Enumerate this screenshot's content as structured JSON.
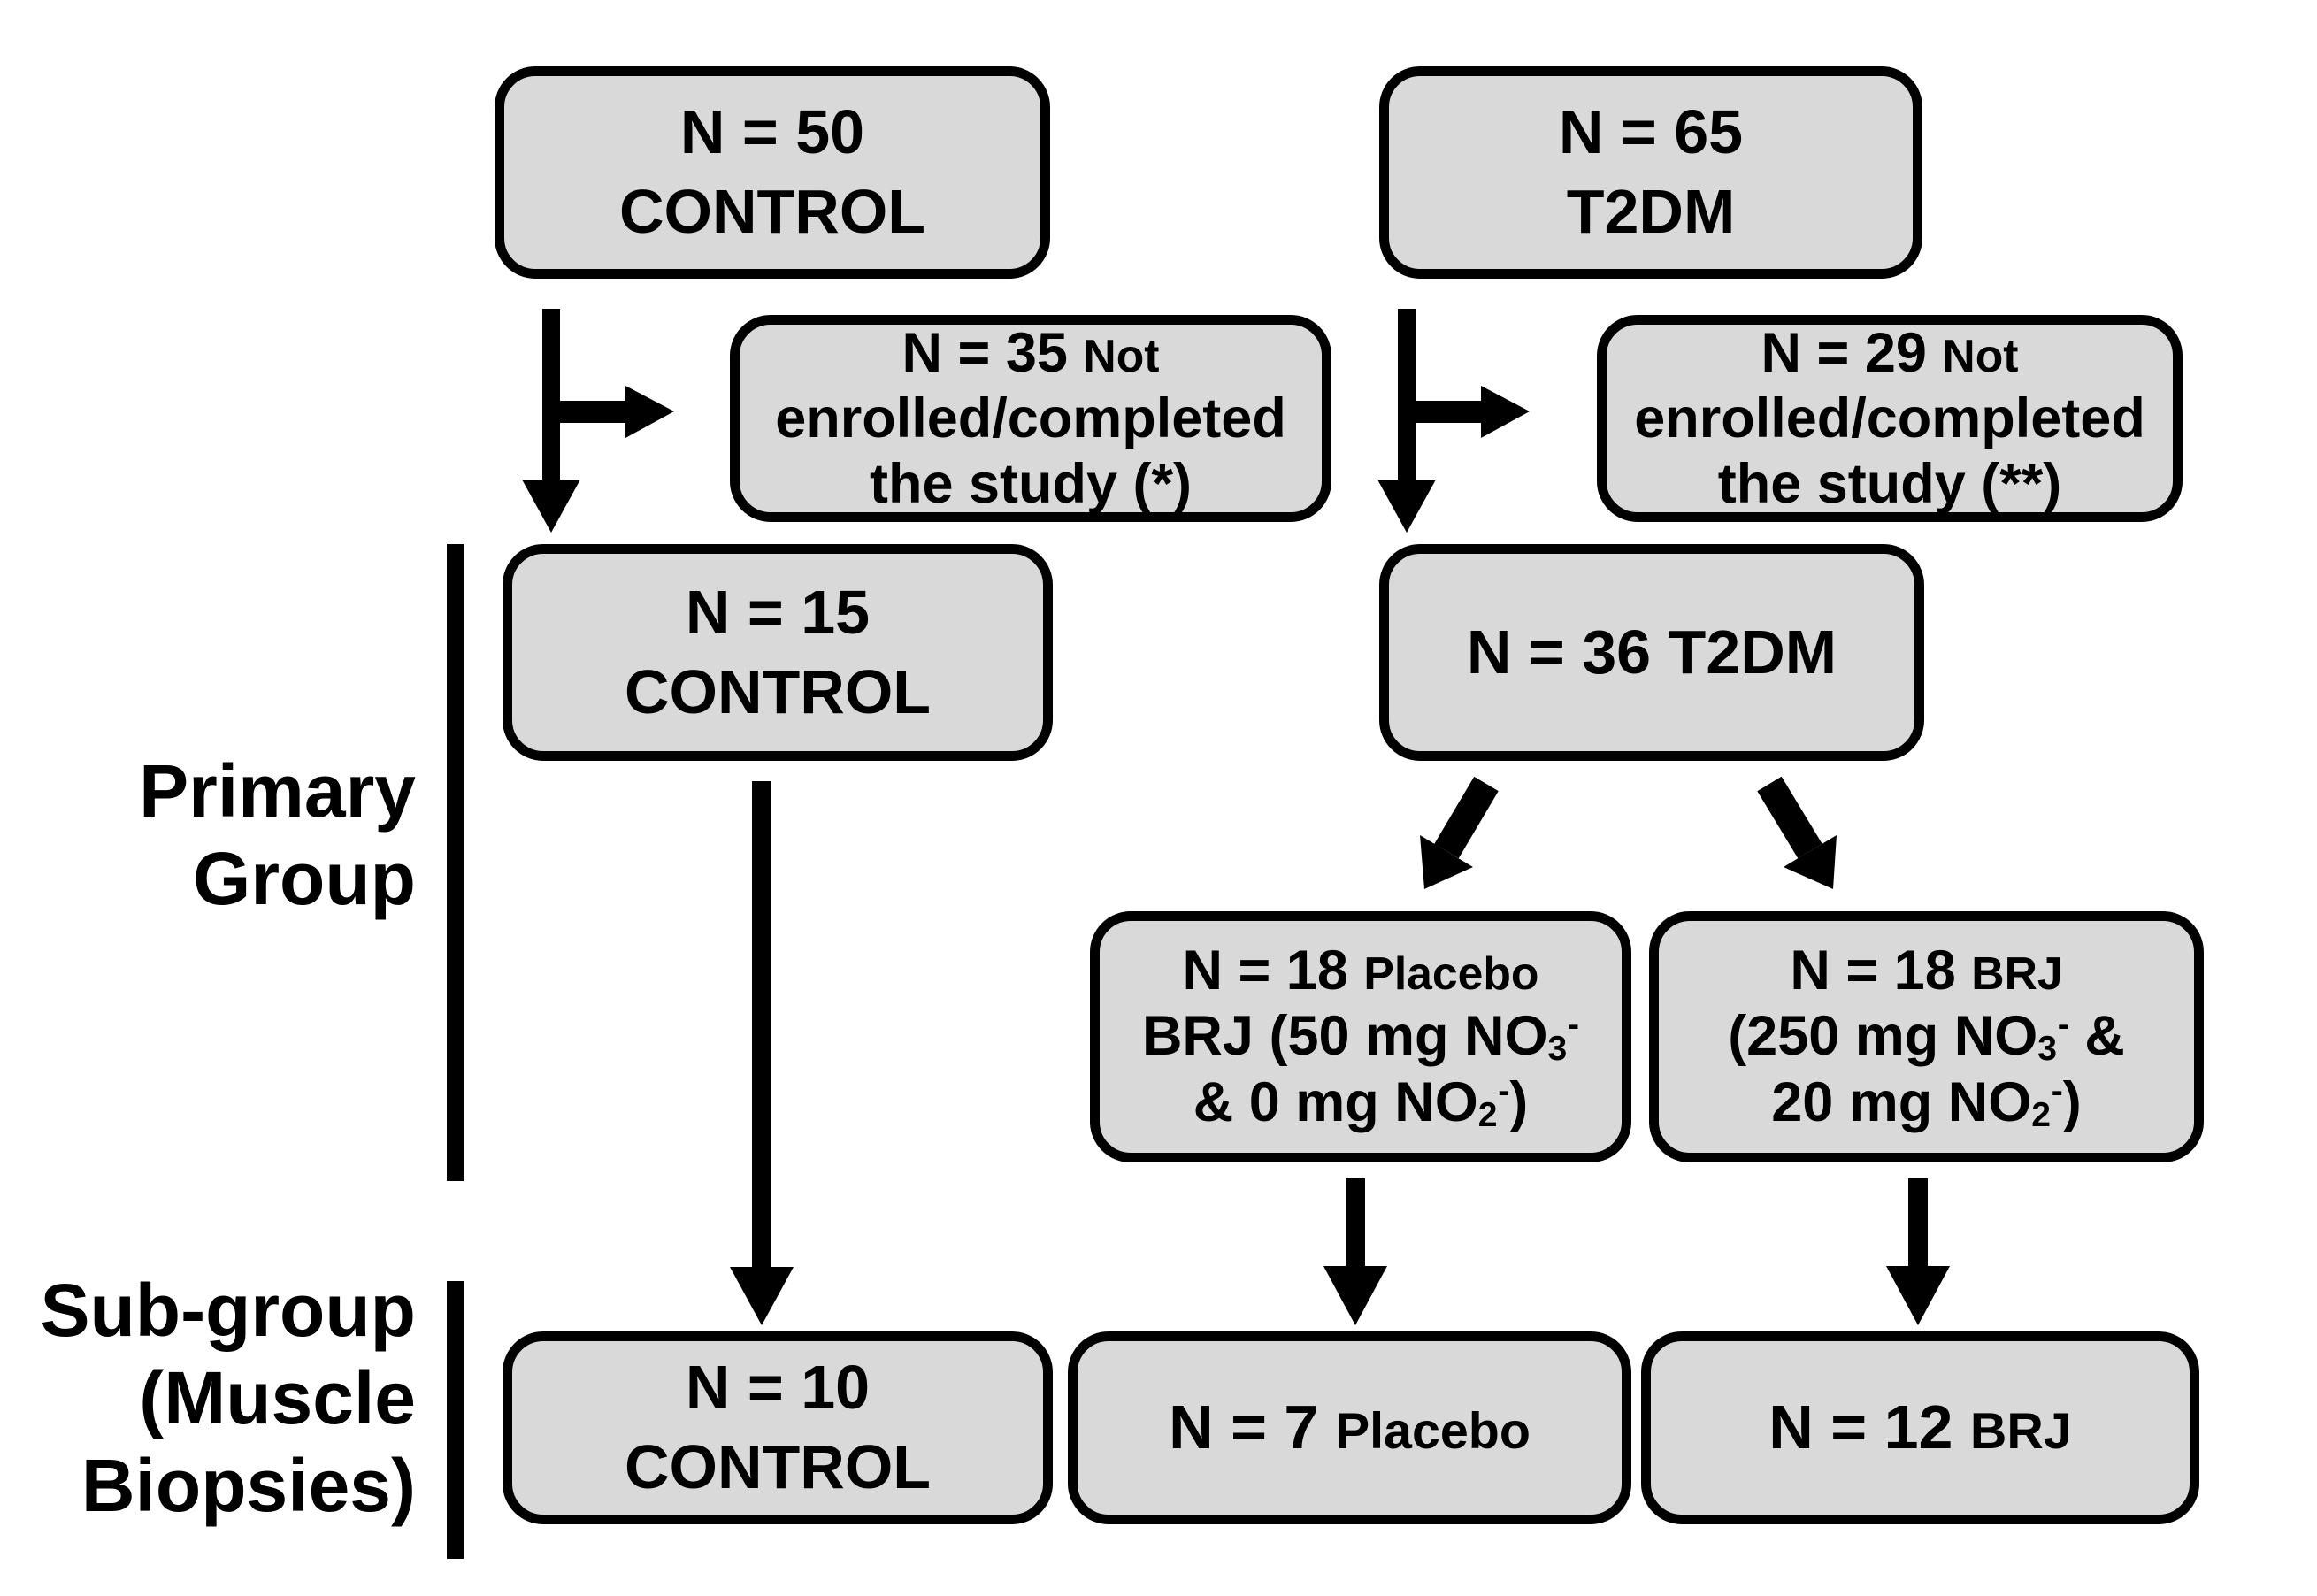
{
  "colors": {
    "background": "#ffffff",
    "box_fill": "#d9d9d9",
    "box_border": "#000000",
    "text": "#000000"
  },
  "side_labels": {
    "primary_group": {
      "line1": "Primary",
      "line2": "Group"
    },
    "sub_group": {
      "line1": "Sub-group",
      "line2": "(Muscle",
      "line3": "Biopsies)"
    }
  },
  "boxes": {
    "control_initial": {
      "lines": [
        [
          {
            "t": "N = 50"
          }
        ],
        [
          {
            "t": "CONTROL"
          }
        ]
      ]
    },
    "t2dm_initial": {
      "lines": [
        [
          {
            "t": "N = 65"
          }
        ],
        [
          {
            "t": "T2DM"
          }
        ]
      ]
    },
    "control_excluded": {
      "lines": [
        [
          {
            "t": "N = 35 "
          },
          {
            "t": "Not",
            "sm": true
          }
        ],
        [
          {
            "t": "enrolled/completed"
          }
        ],
        [
          {
            "t": "the study (*)"
          }
        ]
      ]
    },
    "t2dm_excluded": {
      "lines": [
        [
          {
            "t": "N = 29 "
          },
          {
            "t": "Not",
            "sm": true
          }
        ],
        [
          {
            "t": "enrolled/completed"
          }
        ],
        [
          {
            "t": "the study (**)"
          }
        ]
      ]
    },
    "control_enrolled": {
      "lines": [
        [
          {
            "t": "N = 15"
          }
        ],
        [
          {
            "t": "CONTROL"
          }
        ]
      ]
    },
    "t2dm_enrolled": {
      "lines": [
        [
          {
            "t": "N = 36 T2DM"
          }
        ]
      ]
    },
    "placebo_group": {
      "lines": [
        [
          {
            "t": "N = 18 "
          },
          {
            "t": "Placebo",
            "sm": true
          }
        ],
        [
          {
            "t": "BRJ (50 mg NO"
          },
          {
            "t": "3",
            "sub": true
          },
          {
            "t": "-",
            "sup": true
          }
        ],
        [
          {
            "t": "& 0 mg NO"
          },
          {
            "t": "2",
            "sub": true
          },
          {
            "t": "-",
            "sup": true
          },
          {
            "t": ")"
          }
        ]
      ]
    },
    "brj_group": {
      "lines": [
        [
          {
            "t": "N = 18 "
          },
          {
            "t": "BRJ",
            "sm": true
          }
        ],
        [
          {
            "t": "(250 mg NO"
          },
          {
            "t": "3",
            "sub": true
          },
          {
            "t": "-",
            "sup": true
          },
          {
            "t": " &"
          }
        ],
        [
          {
            "t": "20 mg NO"
          },
          {
            "t": "2",
            "sub": true
          },
          {
            "t": "-",
            "sup": true
          },
          {
            "t": ")"
          }
        ]
      ]
    },
    "control_biopsy": {
      "lines": [
        [
          {
            "t": "N = 10"
          }
        ],
        [
          {
            "t": "CONTROL"
          }
        ]
      ]
    },
    "placebo_biopsy": {
      "lines": [
        [
          {
            "t": "N = 7 "
          },
          {
            "t": "Placebo",
            "sm": true
          }
        ]
      ]
    },
    "brj_biopsy": {
      "lines": [
        [
          {
            "t": "N = 12 "
          },
          {
            "t": "BRJ",
            "sm": true
          }
        ]
      ]
    }
  }
}
